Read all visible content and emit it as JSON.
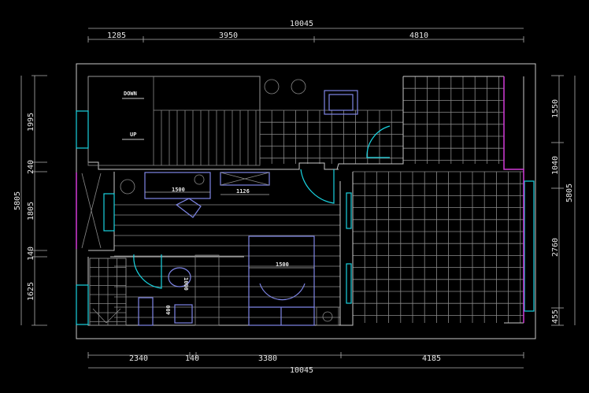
{
  "title": "Floor plan",
  "dimensions": {
    "top_total": "10045",
    "top": [
      "1285",
      "3950",
      "4810"
    ],
    "bottom": [
      "2340",
      "140",
      "3380",
      "4185"
    ],
    "bottom_total": "10045",
    "left": [
      "1995",
      "240",
      "1805",
      "140",
      "1625"
    ],
    "left_total": "5805",
    "right": [
      "1550",
      "1040",
      "2760",
      "455"
    ],
    "right_total": "5805"
  },
  "labels": {
    "down": "DOWN",
    "up": "UP",
    "desk_width": "1500",
    "wardrobe_width": "1126",
    "bed_width": "1500",
    "vanity_length": "1000",
    "cabinet_size": "400"
  },
  "colors": {
    "wall": "#c8c8c8",
    "window": "#19d3e0",
    "furniture": "#7f86e6",
    "glass": "#d23ad8"
  }
}
